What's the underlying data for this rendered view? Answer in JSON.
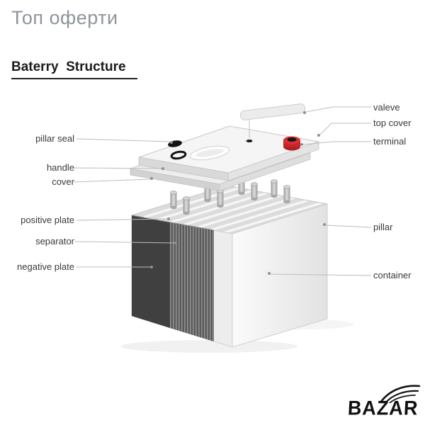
{
  "watermark": "Топ оферти",
  "title": "Baterry  Structure",
  "labels": {
    "left": [
      {
        "id": "pillar-seal",
        "text": "pillar seal"
      },
      {
        "id": "handle",
        "text": "handle"
      },
      {
        "id": "cover",
        "text": "cover"
      },
      {
        "id": "positive-plate",
        "text": "positive plate"
      },
      {
        "id": "separator",
        "text": "separator"
      },
      {
        "id": "negative-plate",
        "text": "negative plate"
      }
    ],
    "right": [
      {
        "id": "valeve",
        "text": "valeve"
      },
      {
        "id": "top-cover",
        "text": "top cover"
      },
      {
        "id": "terminal",
        "text": "terminal"
      },
      {
        "id": "pillar",
        "text": "pillar"
      },
      {
        "id": "container",
        "text": "container"
      }
    ]
  },
  "logo": {
    "text": "BAZAR"
  },
  "colors": {
    "terminal_red": "#c9262c",
    "leader_line": "#bdbdbd",
    "label_text": "#3a3a3a",
    "watermark_gray": "#8f949c"
  }
}
